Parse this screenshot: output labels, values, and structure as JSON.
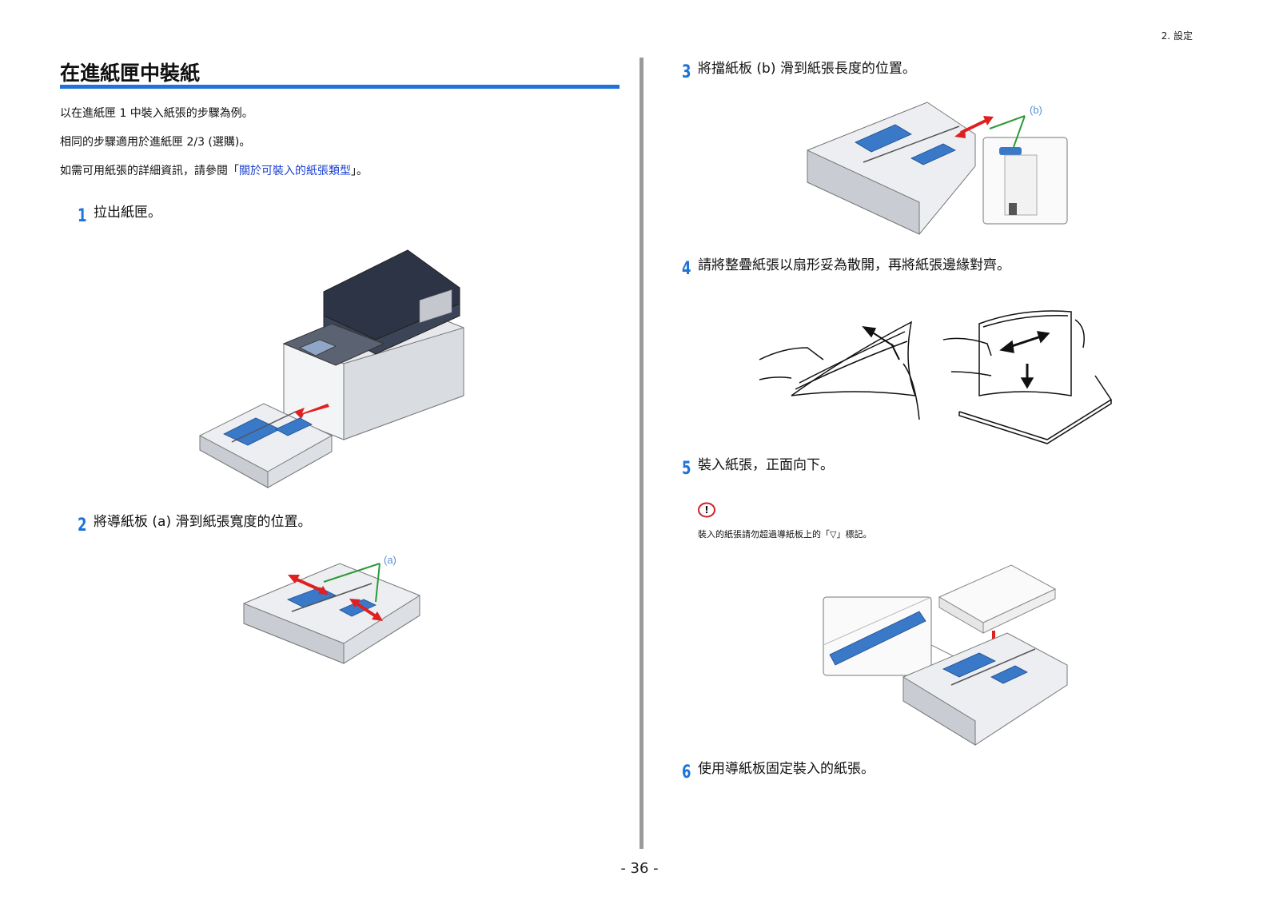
{
  "header": {
    "section_label": "2. 設定"
  },
  "title": "在進紙匣中裝紙",
  "intro": {
    "line1": "以在進紙匣 1 中裝入紙張的步驟為例。",
    "line2": "相同的步驟適用於進紙匣 2/3 (選購)。",
    "line3_prefix": "如需可用紙張的詳細資訊，請參閱「",
    "line3_link": "關於可裝入的紙張類型",
    "line3_suffix": "」。"
  },
  "steps": [
    {
      "num": "1",
      "text": "拉出紙匣。"
    },
    {
      "num": "2",
      "text": "將導紙板 (a) 滑到紙張寬度的位置。"
    },
    {
      "num": "3",
      "text": "將擋紙板 (b) 滑到紙張長度的位置。"
    },
    {
      "num": "4",
      "text": "請將整疊紙張以扇形妥為散開，再將紙張邊緣對齊。"
    },
    {
      "num": "5",
      "text": "裝入紙張，正面向下。"
    },
    {
      "num": "6",
      "text": "使用導紙板固定裝入的紙張。"
    }
  ],
  "note": {
    "icon_glyph": "!",
    "text": "裝入的紙張請勿超過導紙板上的「▽」標記。"
  },
  "callouts": {
    "a": "(a)",
    "b": "(b)"
  },
  "page_number": "- 36 -",
  "colors": {
    "accent_blue": "#1e73d6",
    "arrow_red": "#e02020",
    "callout_green": "#2e9a3a",
    "link_blue": "#1a3fd0",
    "note_red": "#d0202a"
  }
}
